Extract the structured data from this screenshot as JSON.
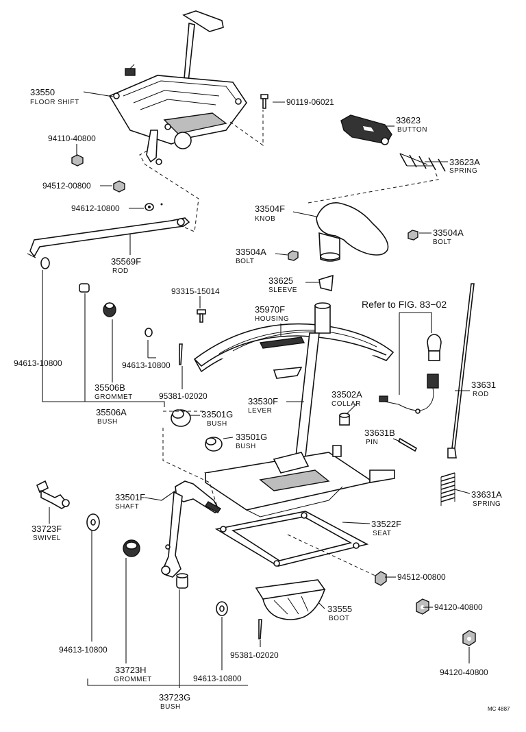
{
  "parts": {
    "p33550": {
      "number": "33550",
      "name": "FLOOR SHIFT"
    },
    "p90119": {
      "number": "90119-06021"
    },
    "p33623": {
      "number": "33623",
      "name": "BUTTON"
    },
    "p33623A": {
      "number": "33623A",
      "name": "SPRING"
    },
    "p94110": {
      "number": "94110-40800"
    },
    "p94512a": {
      "number": "94512-00800"
    },
    "p94612": {
      "number": "94612-10800"
    },
    "p33504F": {
      "number": "33504F",
      "name": "KNOB"
    },
    "p33504A_r": {
      "number": "33504A",
      "name": "BOLT"
    },
    "p33504A_l": {
      "number": "33504A",
      "name": "BOLT"
    },
    "p35569F": {
      "number": "35569F",
      "name": "ROD"
    },
    "p33625": {
      "number": "33625",
      "name": "SLEEVE"
    },
    "p93315": {
      "number": "93315-15014"
    },
    "p35970F": {
      "number": "35970F",
      "name": "HOUSING"
    },
    "p94613a": {
      "number": "94613-10800"
    },
    "p94613b": {
      "number": "94613-10800"
    },
    "p35506B": {
      "number": "35506B",
      "name": "GROMMET"
    },
    "p95381a": {
      "number": "95381-02020"
    },
    "p35506A": {
      "number": "35506A",
      "name": "BUSH"
    },
    "p33501G_a": {
      "number": "33501G",
      "name": "BUSH"
    },
    "p33501G_b": {
      "number": "33501G",
      "name": "BUSH"
    },
    "p33530F": {
      "number": "33530F",
      "name": "LEVER"
    },
    "p33502A": {
      "number": "33502A",
      "name": "COLLAR"
    },
    "p33631": {
      "number": "33631",
      "name": "ROD"
    },
    "p33631B": {
      "number": "33631B",
      "name": "PIN"
    },
    "p33631A": {
      "number": "33631A",
      "name": "SPRING"
    },
    "p33501F": {
      "number": "33501F",
      "name": "SHAFT"
    },
    "p33723F": {
      "number": "33723F",
      "name": "SWIVEL"
    },
    "p33522F": {
      "number": "33522F",
      "name": "SEAT"
    },
    "p94512b": {
      "number": "94512-00800"
    },
    "p94120a": {
      "number": "94120-40800"
    },
    "p94120b": {
      "number": "94120-40800"
    },
    "p33555": {
      "number": "33555",
      "name": "BOOT"
    },
    "p94613c": {
      "number": "94613-10800"
    },
    "p33723H": {
      "number": "33723H",
      "name": "GROMMET"
    },
    "p95381b": {
      "number": "95381-02020"
    },
    "p94613d": {
      "number": "94613-10800"
    },
    "p33723G": {
      "number": "33723G",
      "name": "BUSH"
    }
  },
  "reference_text": "Refer to FIG. 83−02",
  "figure_code": "MC 4887"
}
